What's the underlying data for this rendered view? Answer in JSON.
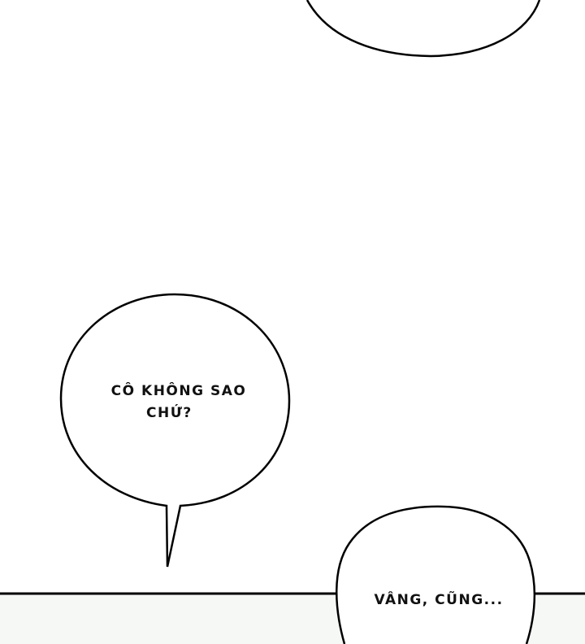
{
  "bubbles": [
    {
      "id": "top-bubble",
      "text": ""
    },
    {
      "id": "question-bubble",
      "line1": "CÔ KHÔNG SAO",
      "line2": "CHỨ?"
    },
    {
      "id": "reply-bubble",
      "text": "VÂNG, CŨNG..."
    }
  ],
  "colors": {
    "ink": "#000000",
    "paper": "#ffffff",
    "lower_panel": "#f6f8f6"
  }
}
